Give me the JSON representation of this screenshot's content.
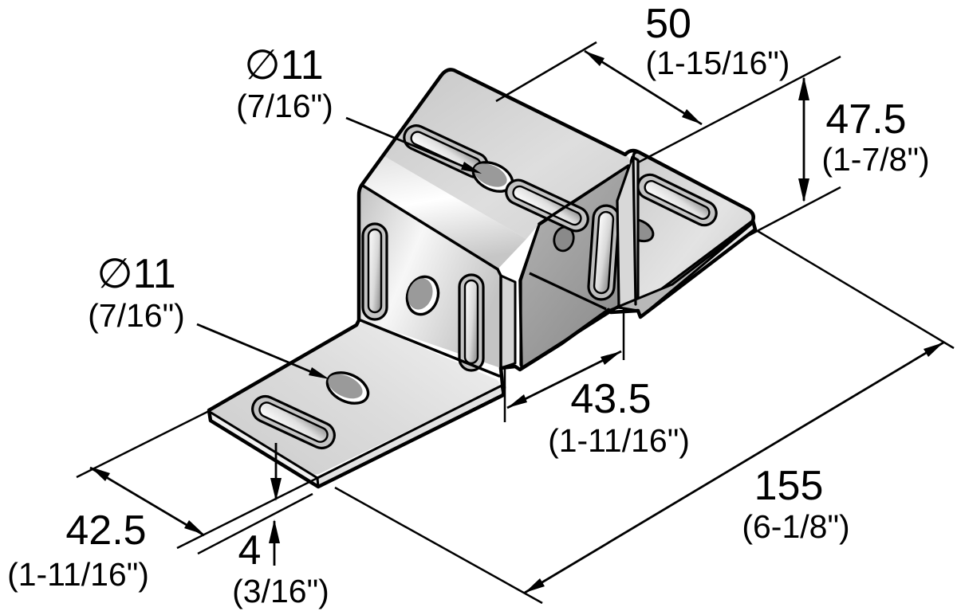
{
  "drawing": {
    "type": "technical-dimension-drawing",
    "subject": "galvanized mounting bracket (isometric view)",
    "background": "#ffffff",
    "line_color": "#000000",
    "metal_light": "#f5f5f5",
    "metal_mid": "#cccccc",
    "metal_dark": "#9e9e9e",
    "dims": {
      "hole_top": {
        "metric": "∅11",
        "imperial": "(7/16\")"
      },
      "hole_base": {
        "metric": "∅11",
        "imperial": "(7/16\")"
      },
      "flange_width_top": {
        "metric": "50",
        "imperial": "(1-15/16\")"
      },
      "height_right": {
        "metric": "47.5",
        "imperial": "(1-7/8\")"
      },
      "channel_width": {
        "metric": "43.5",
        "imperial": "(1-11/16\")"
      },
      "overall_length": {
        "metric": "155",
        "imperial": "(6-1/8\")"
      },
      "base_flange_width": {
        "metric": "42.5",
        "imperial": "(1-11/16\")"
      },
      "thickness": {
        "metric": "4",
        "imperial": "(3/16\")"
      }
    }
  }
}
